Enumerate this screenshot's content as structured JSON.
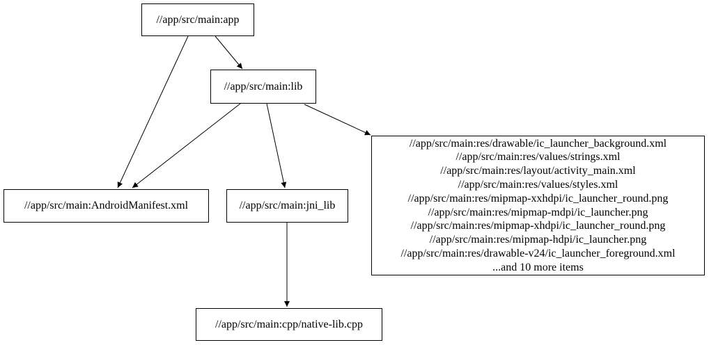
{
  "diagram": {
    "type": "dependency-graph",
    "background_color": "#ffffff",
    "line_color": "#000000",
    "nodes": {
      "app": {
        "label": "//app/src/main:app"
      },
      "lib": {
        "label": "//app/src/main:lib"
      },
      "manifest": {
        "label": "//app/src/main:AndroidManifest.xml"
      },
      "jni_lib": {
        "label": "//app/src/main:jni_lib"
      },
      "res_group": {
        "lines": [
          "//app/src/main:res/drawable/ic_launcher_background.xml",
          "//app/src/main:res/values/strings.xml",
          "//app/src/main:res/layout/activity_main.xml",
          "//app/src/main:res/values/styles.xml",
          "//app/src/main:res/mipmap-xxhdpi/ic_launcher_round.png",
          "//app/src/main:res/mipmap-mdpi/ic_launcher.png",
          "//app/src/main:res/mipmap-xhdpi/ic_launcher_round.png",
          "//app/src/main:res/mipmap-hdpi/ic_launcher.png",
          "//app/src/main:res/drawable-v24/ic_launcher_foreground.xml",
          "...and 10 more items"
        ]
      },
      "native_lib": {
        "label": "//app/src/main:cpp/native-lib.cpp"
      }
    },
    "edges": [
      {
        "from": "app",
        "to": "lib"
      },
      {
        "from": "app",
        "to": "manifest"
      },
      {
        "from": "lib",
        "to": "manifest"
      },
      {
        "from": "lib",
        "to": "jni_lib"
      },
      {
        "from": "lib",
        "to": "res_group"
      },
      {
        "from": "jni_lib",
        "to": "native_lib"
      }
    ]
  }
}
